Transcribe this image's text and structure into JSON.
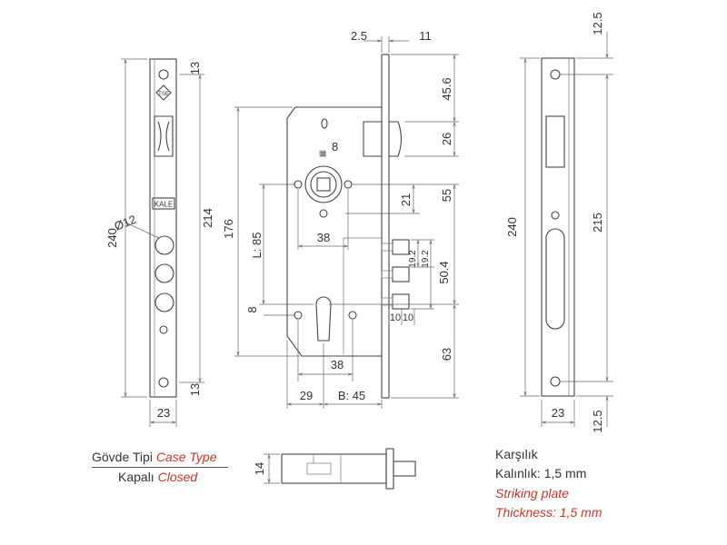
{
  "captions": {
    "case_type_tr": "Gövde Tipi",
    "case_type_en": "Case Type",
    "closed_tr": "Kapalı",
    "closed_en": "Closed",
    "striking_tr": "Karşılık",
    "thickness_tr": "Kalınlık: 1,5 mm",
    "striking_en": "Striking plate",
    "thickness_en": "Thickness: 1,5 mm"
  },
  "logos": {
    "tse": "TSE",
    "kale": "KALE"
  },
  "front_plate": {
    "height_total": "240",
    "height_inner": "214",
    "top_offset": "13",
    "bottom_offset": "13",
    "width": "23",
    "hole_diameter": "Ø12"
  },
  "lock_body": {
    "top_left": "2.5",
    "top_right": "11",
    "latch_top": "45.6",
    "latch_height": "26",
    "spindle_square": "8",
    "spindle_to_hole": "21",
    "spindle_to_cyl": "55",
    "hole_spacing": "38",
    "body_height": "176",
    "center_distance": "L: 85",
    "bolt_spacing_a": "19.2",
    "bolt_spacing_b": "19.2",
    "bolt_total": "50.4",
    "bolt_width_a": "10",
    "bolt_width_b": "10",
    "cyl_offset": "8",
    "cyl_hole_spacing": "38",
    "cyl_to_bottom": "63",
    "backset_left": "29",
    "backset": "B: 45"
  },
  "side_view": {
    "thickness": "14"
  },
  "strike_plate": {
    "top_offset": "12.5",
    "bottom_offset": "12.5",
    "height_total": "240",
    "height_inner": "215",
    "width": "23"
  }
}
